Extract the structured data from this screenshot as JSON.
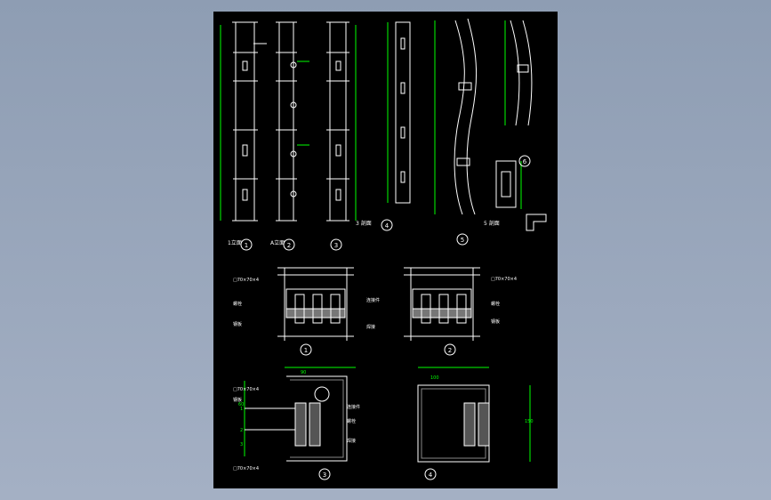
{
  "app": {
    "view_name": "CAD drawing viewport",
    "background_colors": {
      "outer": "#96a5bb",
      "sheet": "#000000",
      "line": "#ffffff",
      "dimension": "#00ff00",
      "accent": "#ffff00"
    }
  },
  "drawing": {
    "detail_markers": [
      "1",
      "2",
      "3",
      "4",
      "5",
      "6",
      "1",
      "2",
      "3",
      "4"
    ],
    "tags": [
      "1立面",
      "A立面",
      "3 剖面",
      "5 剖面"
    ],
    "dim_labels": [
      "90",
      "60",
      "100",
      "150",
      "1",
      "2",
      "3"
    ],
    "callouts": [
      "□70×70×4",
      "螺栓",
      "钢板",
      "连接件",
      "焊接",
      "□70×70×4",
      "螺栓",
      "钢板",
      "□70×70×4",
      "钢板",
      "连接件",
      "螺栓",
      "焊接",
      "□70×70×4"
    ]
  }
}
